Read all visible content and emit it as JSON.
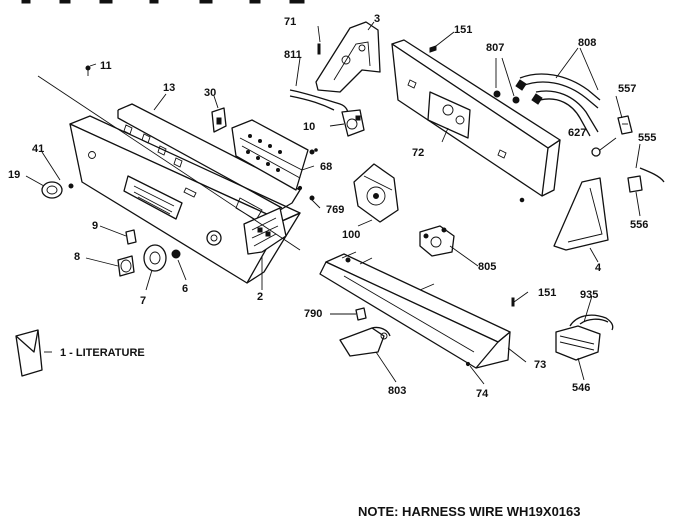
{
  "diagram": {
    "note": "NOTE: HARNESS WIRE WH19X0163",
    "literature_label": "1 - LITERATURE",
    "callouts": {
      "p71": "71",
      "p3": "3",
      "p151a": "151",
      "p807": "807",
      "p808": "808",
      "p811": "811",
      "p11": "11",
      "p13": "13",
      "p30": "30",
      "p10": "10",
      "p557": "557",
      "p627": "627",
      "p555": "555",
      "p41": "41",
      "p19": "19",
      "p72": "72",
      "p68": "68",
      "p769": "769",
      "p556": "556",
      "p100": "100",
      "p9": "9",
      "p8": "8",
      "p6": "6",
      "p7": "7",
      "p2": "2",
      "p805": "805",
      "p4": "4",
      "p151b": "151",
      "p935": "935",
      "p790": "790",
      "p73": "73",
      "p803": "803",
      "p74": "74",
      "p546": "546"
    }
  }
}
